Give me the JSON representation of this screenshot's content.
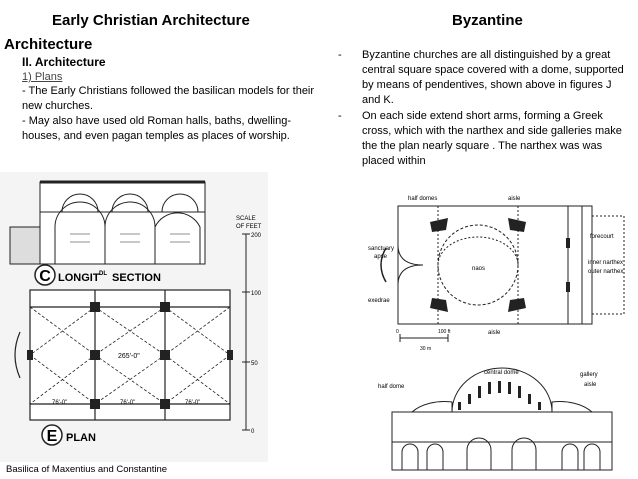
{
  "left": {
    "title_line1": "Early Christian Architecture",
    "title_line2": "Architecture",
    "subheading": "II. Architecture",
    "plans_label": "1) Plans",
    "paragraph1": " - The Early Christians followed the basilican models for their new churches.",
    "paragraph2": " - May also have used old Roman halls, baths, dwelling-houses, and even pagan temples as places of worship.",
    "figure": {
      "section_letter": "C",
      "section_label_a": "LONGIT",
      "section_label_sup": "DL",
      "section_label_b": "SECTION",
      "plan_letter": "E",
      "plan_label": "PLAN",
      "scale_label_1": "SCALE",
      "scale_label_2": "OF FEET",
      "scale_200": "200",
      "scale_100": "100",
      "scale_50": "50",
      "scale_0": "0",
      "dim_main": "265'-0\"",
      "dim_bay": "76'-0\""
    },
    "caption": "Basilica of Maxentius and Constantine"
  },
  "right": {
    "title": "Byzantine",
    "bullets": [
      {
        "dash": "-",
        "text": "Byzantine churches are all distinguished by a great central square space covered with a dome, supported by means of pendentives, shown above in figures J and K."
      },
      {
        "dash": "-",
        "text": "On each side extend short arms, forming a Greek cross, which with the narthex and side galleries make the the plan nearly square . The narthex was was placed within"
      }
    ],
    "plan_labels": {
      "half_domes": "half domes",
      "aisle_top": "aisle",
      "sanctuary": "sanctuary",
      "apse": "apse",
      "naos": "naos",
      "forecourt": "forecourt",
      "inner_narthex": "inner narthex",
      "outer_narthex": "outer narthex",
      "exedrae": "exedrae",
      "aisle_bottom": "aisle",
      "scale_0": "0",
      "scale_100ft": "100 ft",
      "scale_30m": "30 m"
    },
    "section_labels": {
      "central_dome": "central dome",
      "half_dome": "half dome",
      "gallery": "gallery",
      "aisle": "aisle"
    }
  }
}
